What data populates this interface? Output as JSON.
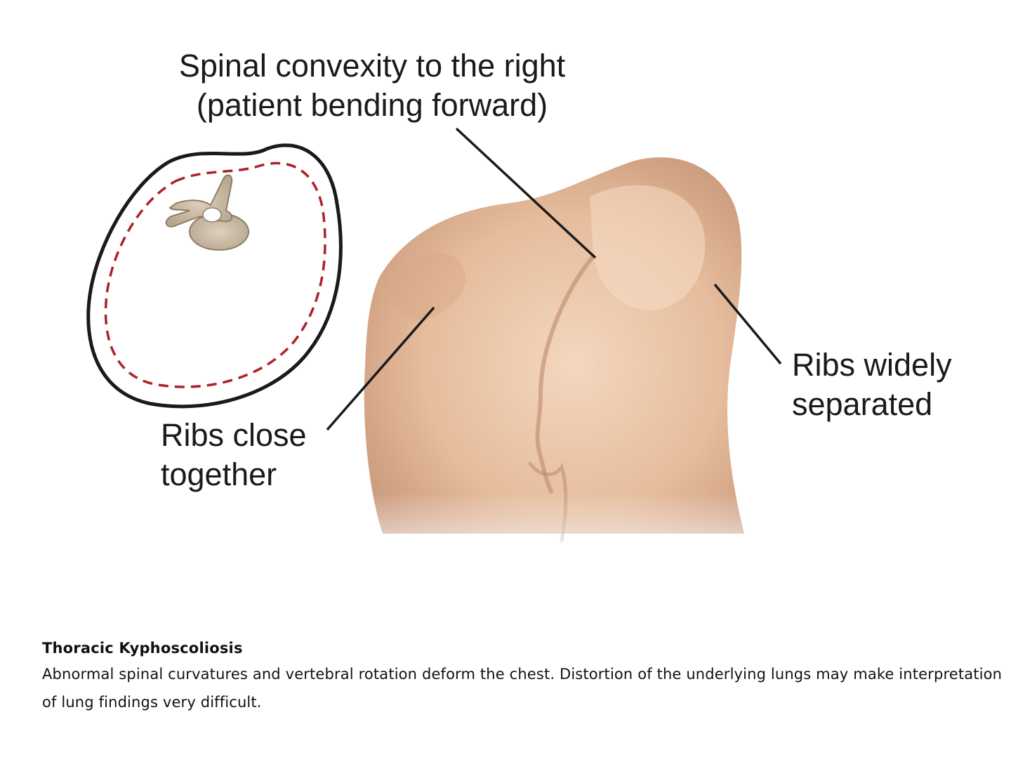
{
  "figure": {
    "labels": {
      "convexity": {
        "line1": "Spinal convexity to the right",
        "line2": "(patient bending forward)"
      },
      "ribs_close": {
        "line1": "Ribs close",
        "line2": "together"
      },
      "ribs_wide": {
        "line1": "Ribs widely",
        "line2": "separated"
      }
    },
    "colors": {
      "skin": "#e8c0a0",
      "outline": "#1a1a1a",
      "dashed_lung_outline": "#b0202a",
      "vertebra": "#cbbba4"
    }
  },
  "caption": {
    "title": "Thoracic Kyphoscoliosis",
    "body": "Abnormal spinal curvatures and vertebral rotation deform the chest. Distortion of the underlying lungs may make interpretation of lung findings very difficult."
  }
}
